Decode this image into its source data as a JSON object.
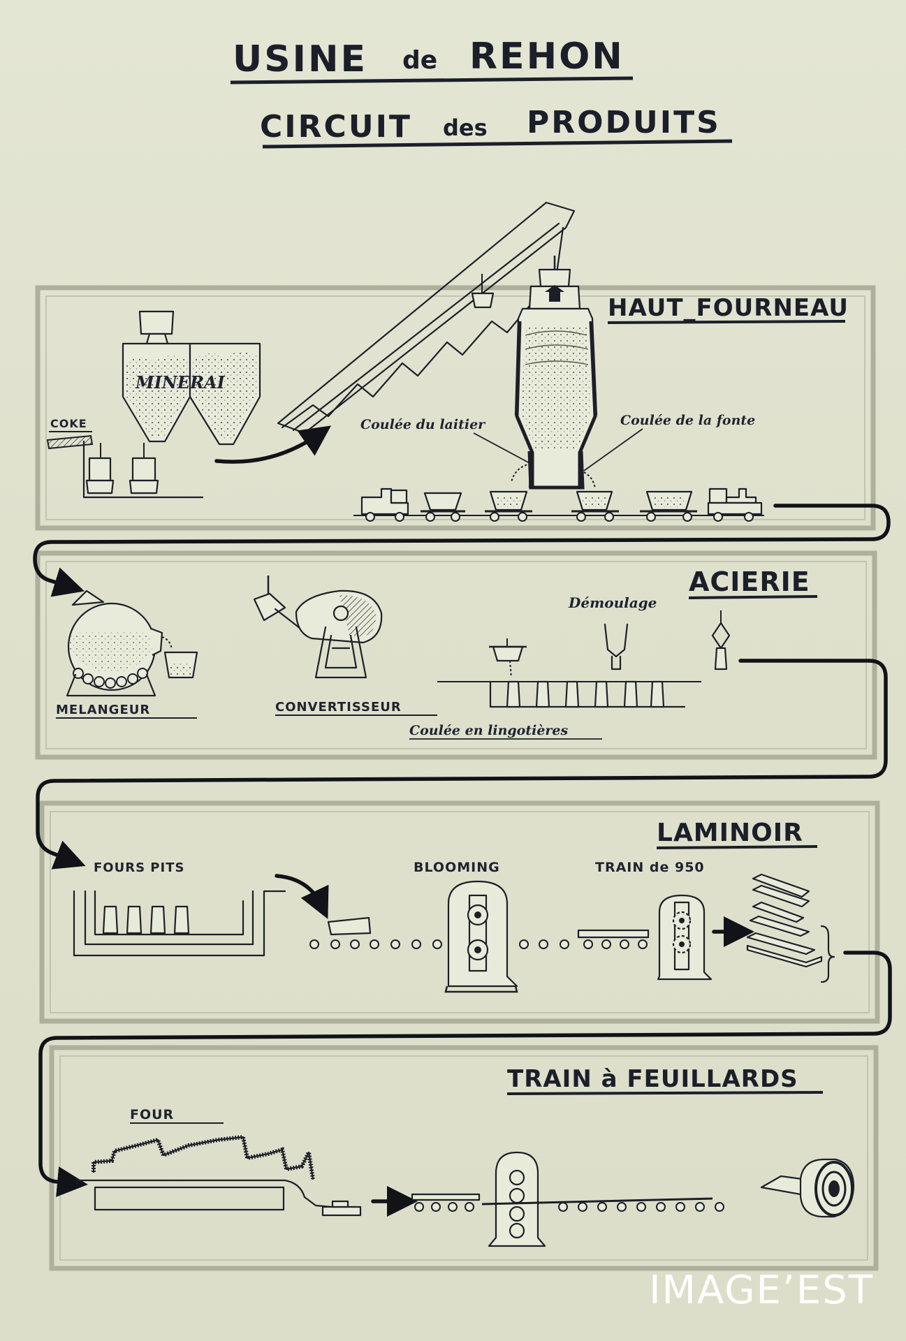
{
  "title": {
    "line1_a": "USINE",
    "line1_b": "de",
    "line1_c": "REHON",
    "line2_a": "CIRCUIT",
    "line2_b": "des",
    "line2_c": "PRODUITS"
  },
  "sections": {
    "haut_fourneau": {
      "title": "HAUT_FOURNEAU",
      "labels": {
        "coke": "COKE",
        "minerai": "MINERAI",
        "coulee_laitier": "Coulée du laitier",
        "coulee_fonte": "Coulée de la fonte"
      }
    },
    "acierie": {
      "title": "ACIERIE",
      "labels": {
        "melangeur": "MELANGEUR",
        "convertisseur": "CONVERTISSEUR",
        "demoulage": "Démoulage",
        "coulee_lingotieres": "Coulée en lingotières"
      }
    },
    "laminoir": {
      "title": "LAMINOIR",
      "labels": {
        "fours_pits": "FOURS PITS",
        "blooming": "BLOOMING",
        "train_950": "TRAIN de 950"
      }
    },
    "train_feuillards": {
      "title": "TRAIN à FEUILLARDS",
      "labels": {
        "four": "FOUR"
      }
    }
  },
  "watermark": "IMAGE’EST",
  "colors": {
    "paper": "#e2e4d1",
    "ink": "#1c1f28",
    "panel_border": "#aeb09c",
    "watermark": "#ffffff"
  }
}
